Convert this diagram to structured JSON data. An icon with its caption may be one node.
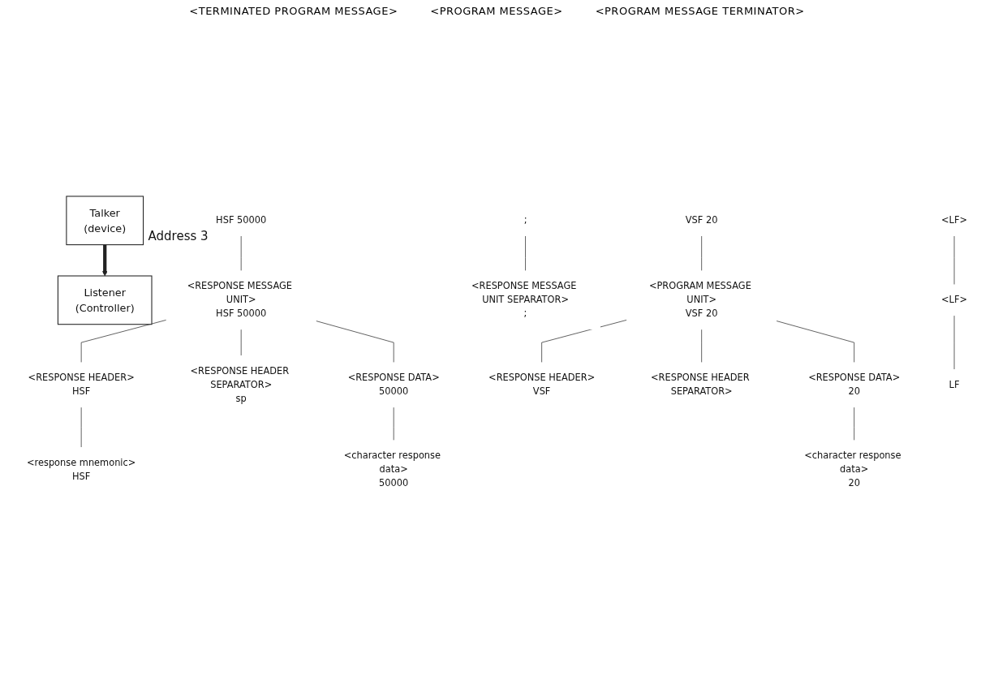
{
  "diagram": {
    "nodes": [
      {
        "text": [
          "Listener",
          "(Controller)"
        ]
      },
      {
        "text": [
          "Talker",
          "(device)"
        ],
        "beside": [
          "Address 3"
        ]
      },
      {
        "text": [
          "HSF 50000"
        ]
      },
      {
        "text": [
          ";"
        ]
      },
      {
        "text": [
          "VSF 20"
        ]
      },
      {
        "text": [
          "<LF>"
        ]
      },
      {
        "text": [
          "<RESPONSE MESSAGE UNIT>",
          "HSF 50000"
        ]
      },
      {
        "text": [
          "<RESPONSE MESSAGE UNIT SEPARATOR>",
          ";"
        ]
      },
      {
        "text": [
          "<PROGRAM MESSAGE UNIT>",
          "VSF 20"
        ]
      },
      {
        "text": [
          "<LF>"
        ]
      },
      {
        "text": [
          "<RESPONSE HEADER>",
          "HSF"
        ]
      },
      {
        "text": [
          "<RESPONSE HEADER SEPARATOR>",
          "sp"
        ]
      },
      {
        "text": [
          "<RESPONSE DATA>",
          "50000"
        ]
      },
      {
        "text": [
          "<RESPONSE HEADER>",
          "VSF"
        ]
      },
      {
        "text": [
          "<RESPONSE HEADER SEPARATOR>"
        ]
      },
      {
        "text": [
          "<RESPONSE DATA>",
          "20"
        ]
      },
      {
        "text": [
          "LF"
        ]
      },
      {
        "text": [
          "<response mnemonic>",
          "HSF"
        ]
      },
      {
        "text": [
          "<character response data>",
          "50000"
        ]
      },
      {
        "text": [
          "<character response data>",
          "20"
        ]
      }
    ],
    "edges": [
      {
        "from": 1,
        "to": 0,
        "arrow": "to",
        "style": "thick"
      },
      {
        "from": 2,
        "to": 6,
        "arrow": "none"
      },
      {
        "from": 3,
        "to": 7,
        "arrow": "none"
      },
      {
        "from": 4,
        "to": 8,
        "arrow": "none"
      },
      {
        "from": 5,
        "to": 9,
        "arrow": "none"
      },
      {
        "from": 6,
        "to": 10,
        "arrow": "none"
      },
      {
        "from": 6,
        "to": 11,
        "arrow": "none"
      },
      {
        "from": 6,
        "to": 12,
        "arrow": "none"
      },
      {
        "from": 8,
        "to": 13,
        "arrow": "none"
      },
      {
        "from": 8,
        "to": 14,
        "arrow": "none"
      },
      {
        "from": 8,
        "to": 15,
        "arrow": "none"
      },
      {
        "from": 9,
        "to": 16,
        "arrow": "none"
      },
      {
        "from": 10,
        "to": 17,
        "arrow": "none"
      },
      {
        "from": 12,
        "to": 18,
        "arrow": "none"
      },
      {
        "from": 15,
        "to": 19,
        "arrow": "none"
      }
    ],
    "labels": [
      "<TERMINATED PROGRAM MESSAGE>",
      "<PROGRAM MESSAGE>",
      "<PROGRAM MESSAGE TERMINATOR>"
    ]
  }
}
